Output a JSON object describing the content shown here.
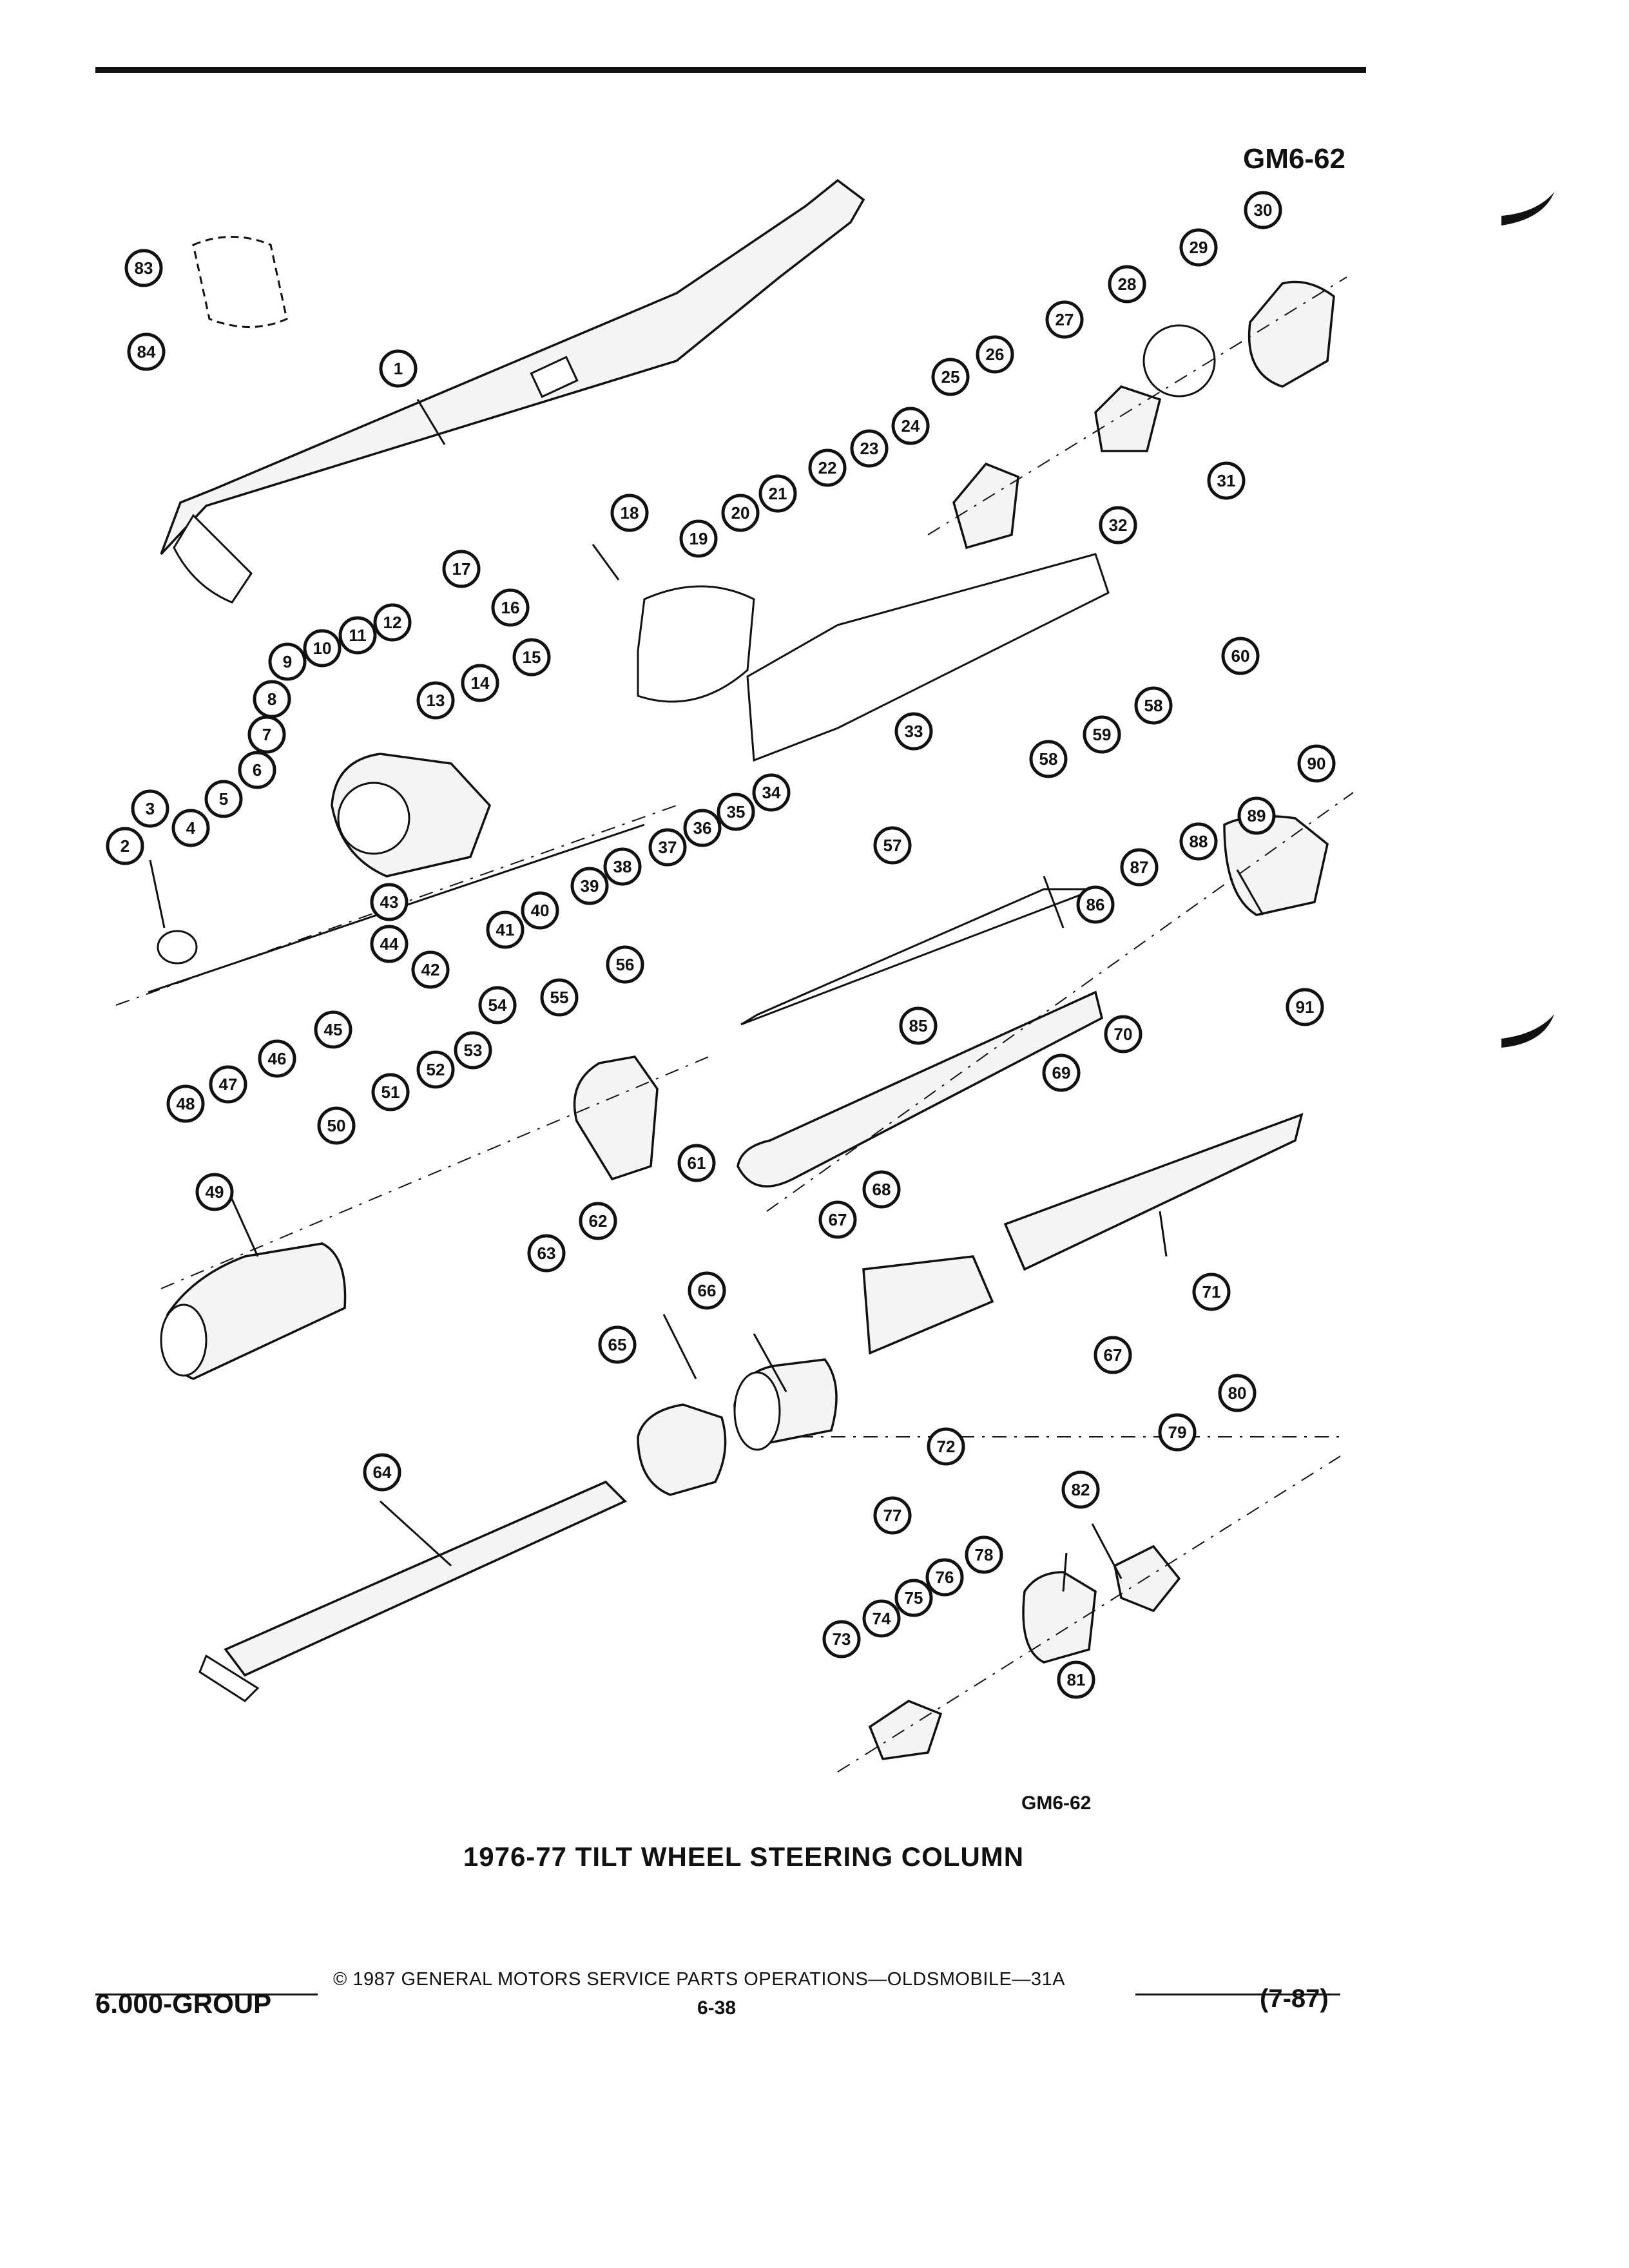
{
  "header": {
    "figure_code": "GM6-62"
  },
  "figure": {
    "code": "GM6-62",
    "caption": "1976-77 TILT WHEEL STEERING COLUMN",
    "callouts": [
      "1",
      "2",
      "3",
      "4",
      "5",
      "6",
      "7",
      "8",
      "9",
      "10",
      "11",
      "12",
      "13",
      "14",
      "15",
      "16",
      "17",
      "18",
      "19",
      "20",
      "21",
      "22",
      "23",
      "24",
      "25",
      "26",
      "27",
      "28",
      "29",
      "30",
      "31",
      "32",
      "33",
      "34",
      "35",
      "36",
      "37",
      "38",
      "39",
      "40",
      "41",
      "42",
      "43",
      "44",
      "45",
      "46",
      "47",
      "48",
      "49",
      "50",
      "51",
      "52",
      "53",
      "54",
      "55",
      "56",
      "57",
      "58",
      "59",
      "60",
      "61",
      "62",
      "63",
      "64",
      "65",
      "66",
      "67",
      "68",
      "69",
      "70",
      "71",
      "72",
      "73",
      "74",
      "75",
      "76",
      "77",
      "78",
      "79",
      "80",
      "81",
      "82",
      "83",
      "84",
      "85",
      "86",
      "87",
      "88",
      "89",
      "90",
      "91"
    ]
  },
  "footer": {
    "copyright": "© 1987 GENERAL MOTORS SERVICE PARTS OPERATIONS—OLDSMOBILE—31A",
    "group": "6.000-GROUP",
    "page": "6-38",
    "revision": "(7-87)"
  }
}
